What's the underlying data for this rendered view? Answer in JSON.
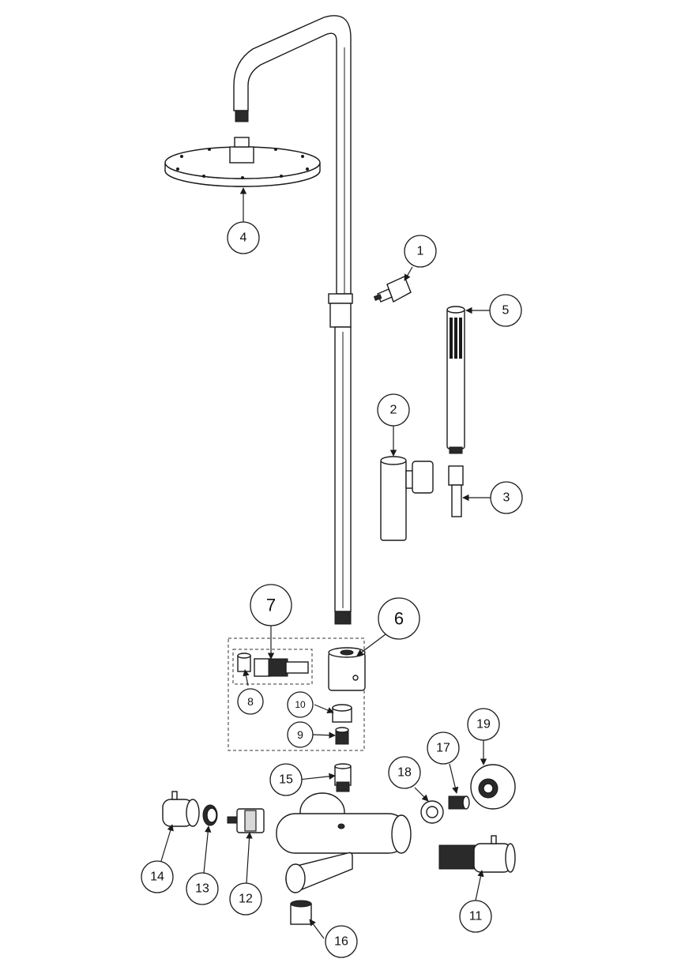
{
  "callouts": {
    "c1": "1",
    "c2": "2",
    "c3": "3",
    "c4": "4",
    "c5": "5",
    "c6": "6",
    "c7": "7",
    "c8": "8",
    "c9": "9",
    "c10": "10",
    "c11": "11",
    "c12": "12",
    "c13": "13",
    "c14": "14",
    "c15": "15",
    "c16": "16",
    "c17": "17",
    "c18": "18",
    "c19": "19"
  }
}
